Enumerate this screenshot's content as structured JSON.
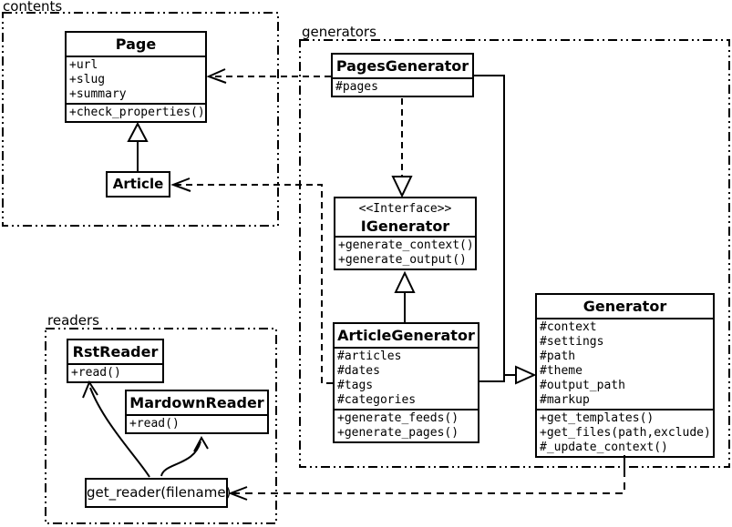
{
  "diagram": {
    "colors": {
      "line": "#000000",
      "background": "#ffffff"
    },
    "packages": {
      "contents": {
        "label": "contents"
      },
      "generators": {
        "label": "generators"
      },
      "readers": {
        "label": "readers"
      }
    },
    "classes": {
      "page": {
        "title": "Page",
        "attributes": [
          "+url",
          "+slug",
          "+summary"
        ],
        "methods": [
          "+check_properties()"
        ]
      },
      "article": {
        "title": "Article"
      },
      "pagesGenerator": {
        "title": "PagesGenerator",
        "attributes": [
          "#pages"
        ]
      },
      "igenerator": {
        "stereotype": "<<Interface>>",
        "title": "IGenerator",
        "methods": [
          "+generate_context()",
          "+generate_output()"
        ]
      },
      "articleGenerator": {
        "title": "ArticleGenerator",
        "attributes": [
          "#articles",
          "#dates",
          "#tags",
          "#categories"
        ],
        "methods": [
          "+generate_feeds()",
          "+generate_pages()"
        ]
      },
      "generator": {
        "title": "Generator",
        "attributes": [
          "#context",
          "#settings",
          "#path",
          "#theme",
          "#output_path",
          "#markup"
        ],
        "methods": [
          "+get_templates()",
          "+get_files(path,exclude)",
          "#_update_context()"
        ]
      },
      "rstReader": {
        "title": "RstReader",
        "methods": [
          "+read()"
        ]
      },
      "mardownReader": {
        "title": "MardownReader",
        "methods": [
          "+read()"
        ]
      },
      "getReader": {
        "label": "get_reader(filename)"
      }
    },
    "relationships": [
      {
        "from": "Article",
        "to": "Page",
        "type": "inheritance"
      },
      {
        "from": "PagesGenerator",
        "to": "Page",
        "type": "dependency"
      },
      {
        "from": "PagesGenerator",
        "to": "IGenerator",
        "type": "realization"
      },
      {
        "from": "ArticleGenerator",
        "to": "IGenerator",
        "type": "inheritance"
      },
      {
        "from": "PagesGenerator",
        "to": "Generator",
        "type": "inheritance"
      },
      {
        "from": "ArticleGenerator",
        "to": "Generator",
        "type": "inheritance"
      },
      {
        "from": "ArticleGenerator",
        "to": "Article",
        "type": "dependency"
      },
      {
        "from": "Generator",
        "to": "get_reader(filename)",
        "type": "dependency"
      },
      {
        "from": "get_reader(filename)",
        "to": "RstReader",
        "type": "arrow"
      },
      {
        "from": "get_reader(filename)",
        "to": "MardownReader",
        "type": "arrow"
      }
    ]
  }
}
